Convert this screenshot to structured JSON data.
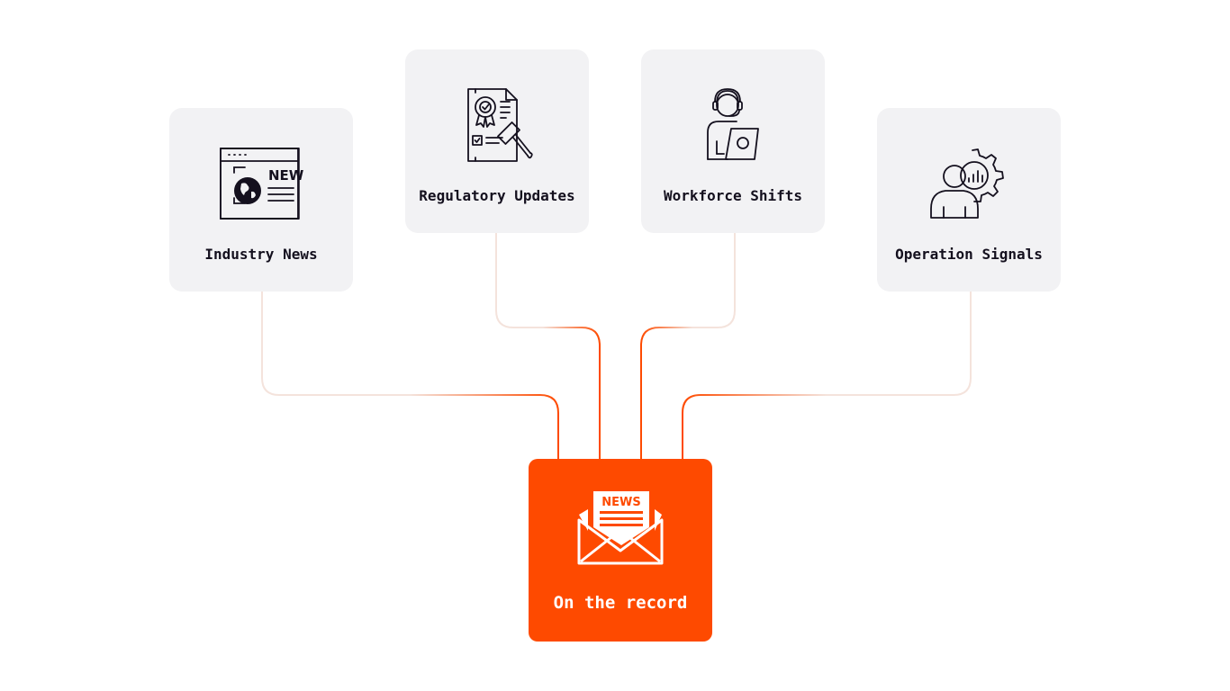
{
  "sources": [
    {
      "label": "Industry News",
      "icon": "newspaper-globe-icon"
    },
    {
      "label": "Regulatory Updates",
      "icon": "certificate-gavel-icon"
    },
    {
      "label": "Workforce Shifts",
      "icon": "support-agent-laptop-icon"
    },
    {
      "label": "Operation Signals",
      "icon": "person-gear-analytics-icon"
    }
  ],
  "hub": {
    "label": "On the record",
    "icon": "news-envelope-icon",
    "icon_text": "NEWS"
  },
  "newspaper_icon_text": "NEWS",
  "colors": {
    "accent": "#fe4a00",
    "card_bg": "#f2f2f4",
    "icon_stroke": "#14101e",
    "connector_faded": "#f0ddd6"
  }
}
